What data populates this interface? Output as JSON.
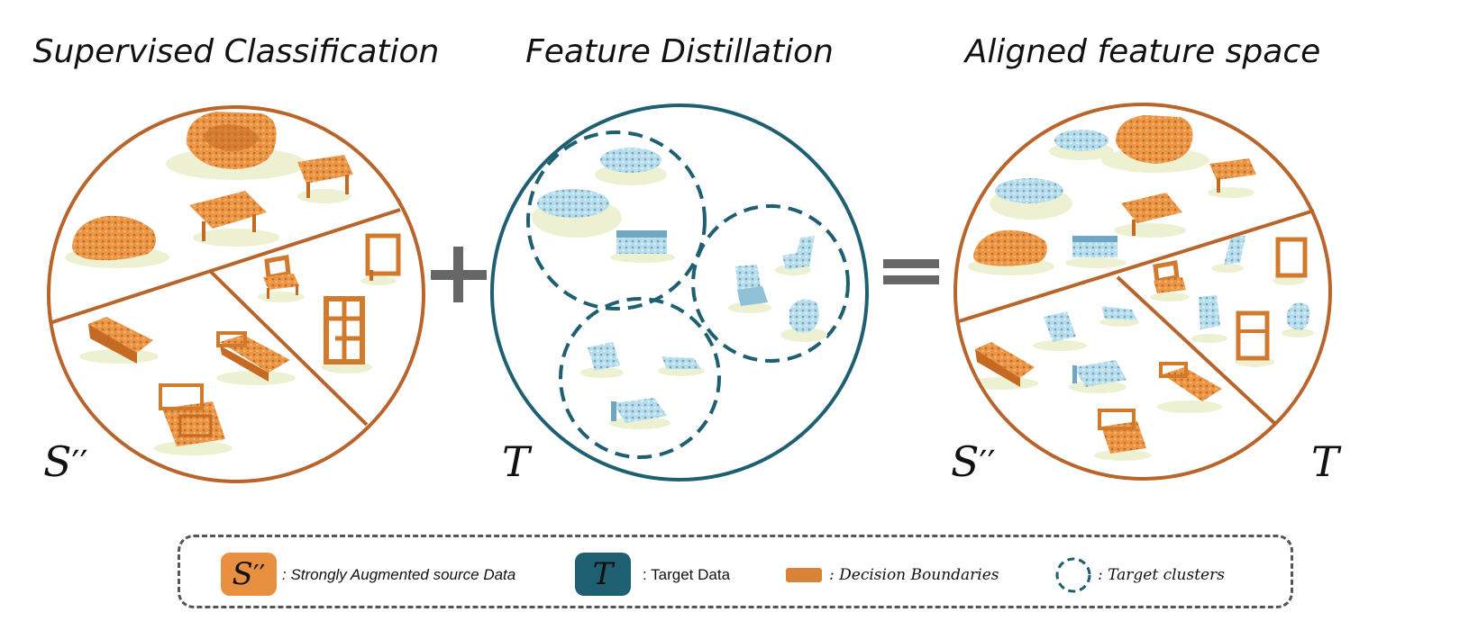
{
  "titles": {
    "left": "Supervised Classification",
    "middle": "Feature Distillation",
    "right": "Aligned feature space"
  },
  "symbols": {
    "source": "S",
    "source_primes": "′′",
    "target": "T",
    "plus": "+",
    "equals": "="
  },
  "legend": {
    "source_desc": ": Strongly Augmented source Data",
    "target_desc": ": Target Data",
    "boundary_desc": ": Decision Boundaries",
    "clusters_desc": ": Target clusters"
  },
  "colors": {
    "source": "#e89040",
    "source_dark": "#c86a22",
    "boundary": "#b8642a",
    "target": "#1f5f72",
    "target_point": "#a9d4e6",
    "target_point_dark": "#6fa7c2",
    "operator": "#666666",
    "shadow": "#e9eec9"
  },
  "objects": {
    "source": [
      "sofa",
      "table",
      "bed",
      "chair"
    ],
    "target": [
      "table",
      "bed",
      "chair"
    ]
  }
}
